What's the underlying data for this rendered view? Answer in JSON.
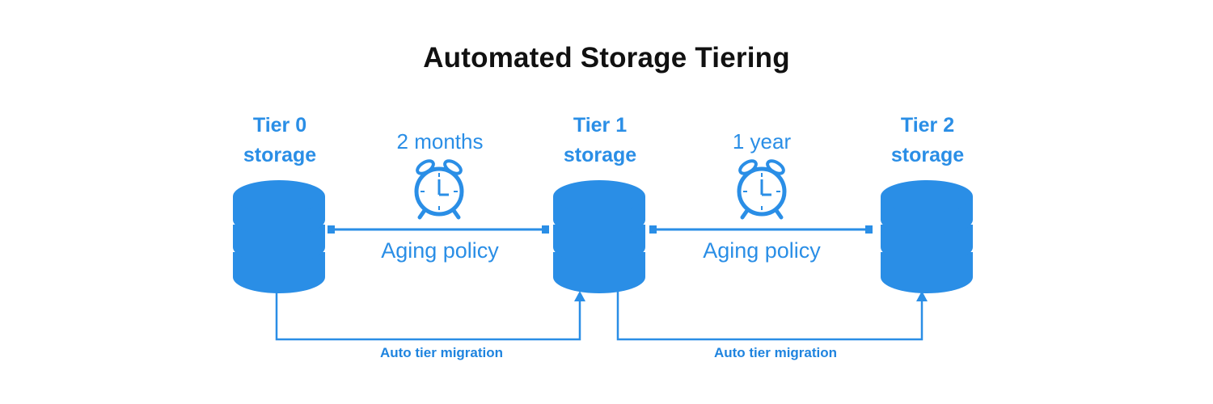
{
  "title": "Automated Storage Tiering",
  "colors": {
    "primary": "#2a8ee6",
    "dark": "#1f78cc",
    "title": "#111111"
  },
  "tiers": [
    {
      "line1": "Tier 0",
      "line2": "storage",
      "icon": "database-icon"
    },
    {
      "line1": "Tier 1",
      "line2": "storage",
      "icon": "database-icon"
    },
    {
      "line1": "Tier 2",
      "line2": "storage",
      "icon": "database-icon"
    }
  ],
  "policies": [
    {
      "duration": "2 months",
      "label": "Aging policy",
      "icon": "alarm-clock-icon"
    },
    {
      "duration": "1 year",
      "label": "Aging policy",
      "icon": "alarm-clock-icon"
    }
  ],
  "migrations": [
    {
      "label": "Auto tier migration"
    },
    {
      "label": "Auto tier migration"
    }
  ]
}
